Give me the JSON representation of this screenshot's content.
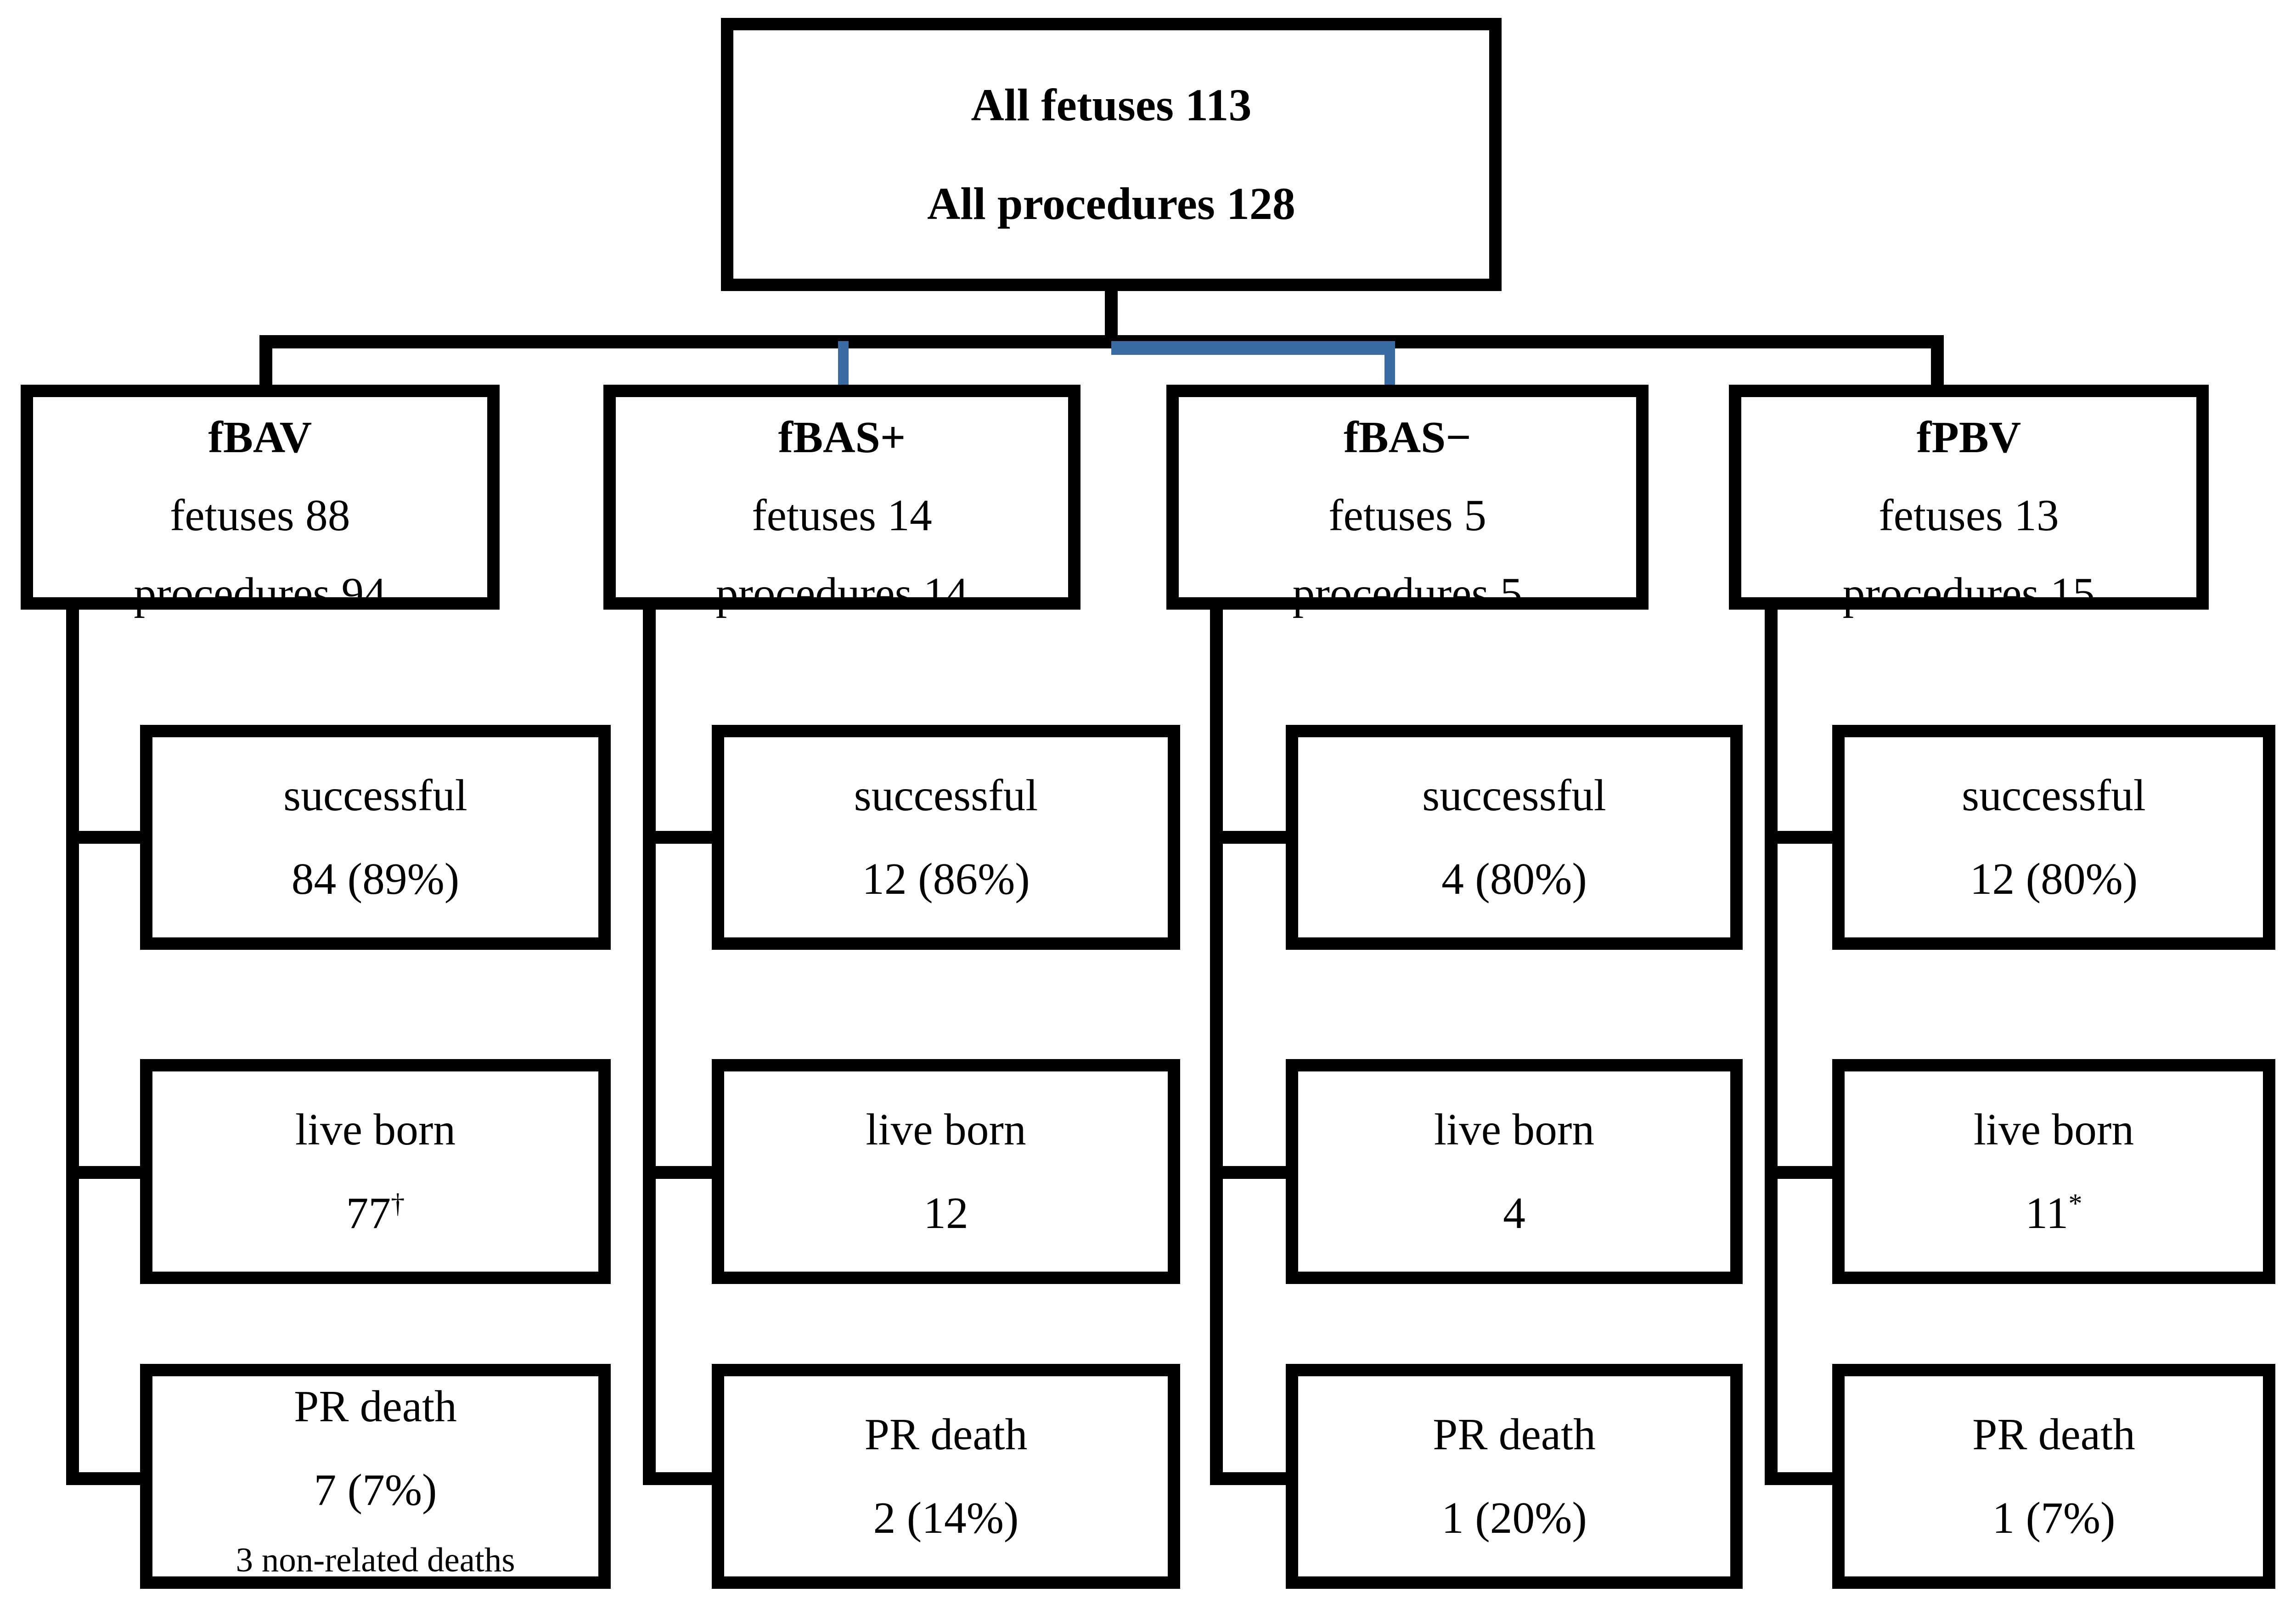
{
  "colors": {
    "line": "#000000",
    "highlight": "#3b6ba3",
    "background": "#ffffff"
  },
  "root": {
    "line1": "All fetuses 113",
    "line2": "All procedures 128"
  },
  "branches": [
    {
      "title": "fBAV",
      "fetuses": "fetuses 88",
      "procedures": "procedures 94",
      "children": [
        {
          "label": "successful",
          "value": "84 (89%)"
        },
        {
          "label": "live born",
          "value": "77",
          "sup": "†"
        },
        {
          "label": "PR death",
          "value": "7 (7%)",
          "note": "3 non-related deaths"
        }
      ]
    },
    {
      "title": "fBAS+",
      "fetuses": "fetuses 14",
      "procedures": "procedures 14",
      "children": [
        {
          "label": "successful",
          "value": "12 (86%)"
        },
        {
          "label": "live born",
          "value": "12"
        },
        {
          "label": "PR death",
          "value": "2 (14%)"
        }
      ]
    },
    {
      "title": "fBAS−",
      "fetuses": "fetuses 5",
      "procedures": "procedures 5",
      "children": [
        {
          "label": "successful",
          "value": "4 (80%)"
        },
        {
          "label": "live born",
          "value": "4"
        },
        {
          "label": "PR death",
          "value": "1 (20%)"
        }
      ]
    },
    {
      "title": "fPBV",
      "fetuses": "fetuses 13",
      "procedures": "procedures 15",
      "children": [
        {
          "label": "successful",
          "value": "12 (80%)"
        },
        {
          "label": "live born",
          "value": "11",
          "sup": "*"
        },
        {
          "label": "PR death",
          "value": "1 (7%)"
        }
      ]
    }
  ]
}
